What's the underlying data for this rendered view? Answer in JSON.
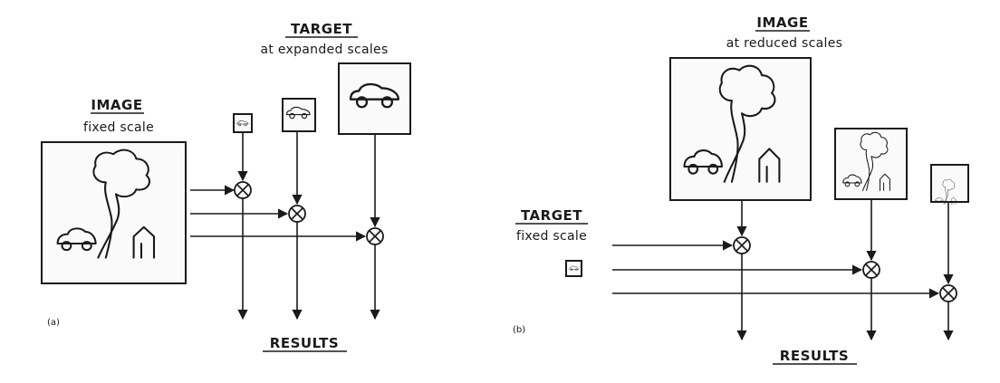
{
  "panel_a": {
    "label": "(a)",
    "image_title": "IMAGE",
    "image_subtitle": "fixed scale",
    "target_title": "TARGET",
    "target_subtitle": "at expanded scales",
    "results_label": "RESULTS"
  },
  "panel_b": {
    "label": "(b)",
    "image_title": "IMAGE",
    "image_subtitle": "at reduced scales",
    "target_title": "TARGET",
    "target_subtitle": "fixed scale",
    "results_label": "RESULTS"
  },
  "icons": {
    "image_scene": "tree-car-house-scene",
    "target": "car-icon",
    "correlator": "circled-times-icon"
  }
}
